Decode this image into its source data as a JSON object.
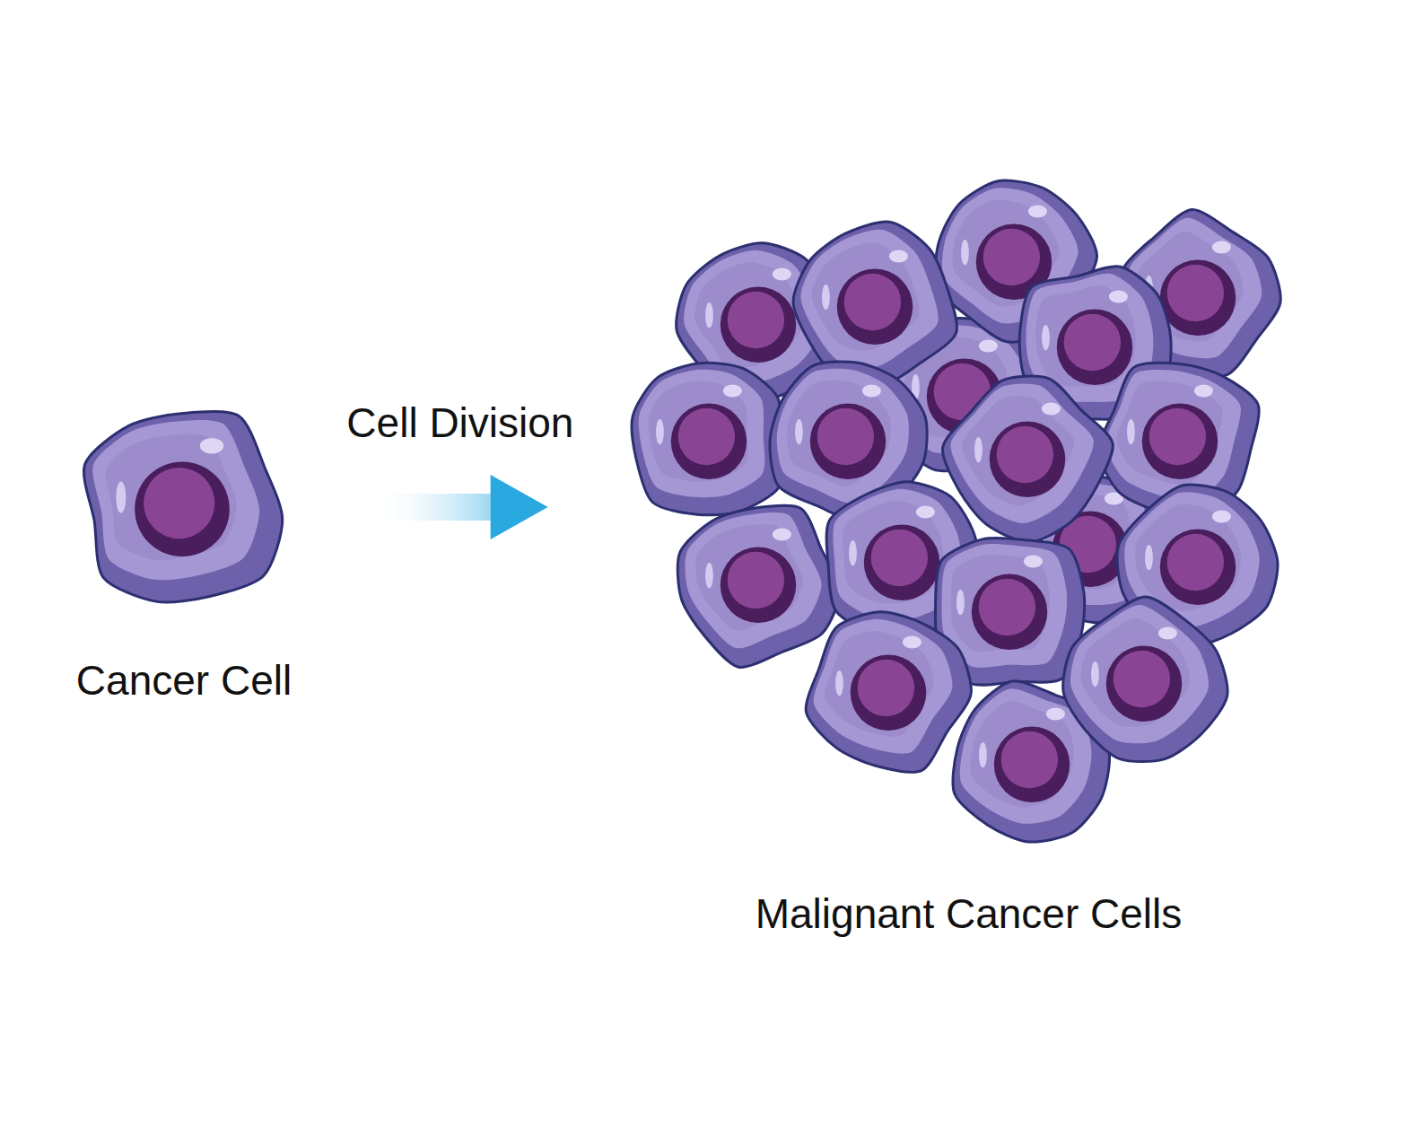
{
  "diagram": {
    "nodes": [
      {
        "text": [
          "Cancer Cell"
        ]
      },
      {
        "text": [
          "Malignant Cancer Cells"
        ]
      }
    ],
    "edges": [
      {
        "from": 0,
        "to": 1,
        "arrow": "to",
        "label": "Cell Division"
      }
    ]
  }
}
